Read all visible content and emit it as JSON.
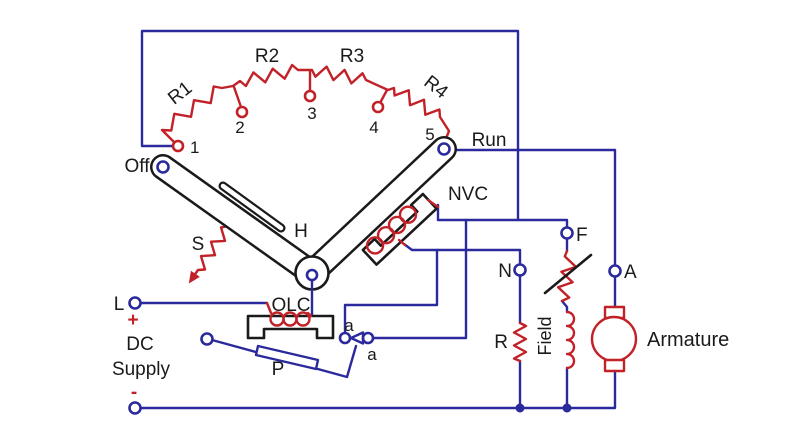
{
  "colors": {
    "wire": "#2a2a9c",
    "comp": "#c22128",
    "ink": "#1a1a1a"
  },
  "supply": {
    "line_terminal": "L",
    "plus": "+",
    "name_line1": "DC",
    "name_line2": "Supply",
    "minus": "-"
  },
  "starter": {
    "positions": {
      "off": "Off",
      "run": "Run"
    },
    "resistors": {
      "r1": "R1",
      "r2": "R2",
      "r3": "R3",
      "r4": "R4"
    },
    "studs": {
      "s1": "1",
      "s2": "2",
      "s3": "3",
      "s4": "4",
      "s5": "5"
    },
    "handle": {
      "label": "H",
      "spring": "S"
    },
    "protection": {
      "nvc": "NVC",
      "olc": "OLC",
      "plunger": "P",
      "contact_a_upper": "a",
      "contact_a_lower": "a"
    }
  },
  "motor": {
    "terminal_n": "N",
    "terminal_f": "F",
    "terminal_a": "A",
    "protective_resistor": "R",
    "field_winding": "Field",
    "armature": "Armature"
  }
}
